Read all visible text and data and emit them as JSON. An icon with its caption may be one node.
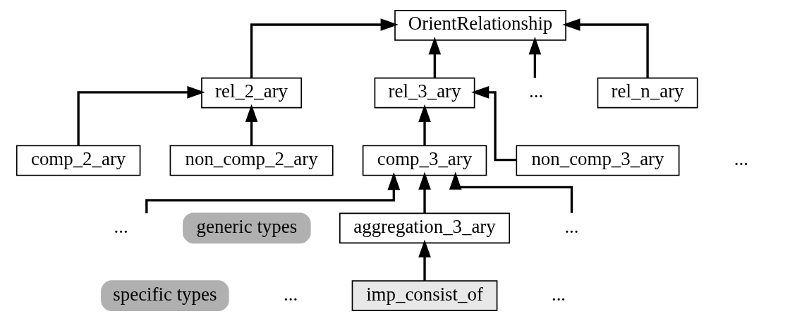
{
  "diagram": {
    "nodes": [
      {
        "text": [
          "OrientRelationship"
        ]
      },
      {
        "text": [
          "rel_2_ary"
        ]
      },
      {
        "text": [
          "rel_3_ary"
        ]
      },
      {
        "text": [
          "..."
        ]
      },
      {
        "text": [
          "rel_n_ary"
        ]
      },
      {
        "text": [
          "comp_2_ary"
        ]
      },
      {
        "text": [
          "non_comp_2_ary"
        ]
      },
      {
        "text": [
          "comp_3_ary"
        ]
      },
      {
        "text": [
          "non_comp_3_ary"
        ]
      },
      {
        "text": [
          "generic types"
        ]
      },
      {
        "text": [
          "..."
        ]
      },
      {
        "text": [
          "aggregation_3_ary"
        ]
      },
      {
        "text": [
          "..."
        ]
      },
      {
        "text": [
          "specific types"
        ]
      },
      {
        "text": [
          "imp_consist_of"
        ]
      }
    ],
    "edges": [
      {
        "from": 1,
        "to": 0,
        "arrow": "to"
      },
      {
        "from": 2,
        "to": 0,
        "arrow": "to"
      },
      {
        "from": 3,
        "to": 0,
        "arrow": "to"
      },
      {
        "from": 4,
        "to": 0,
        "arrow": "to"
      },
      {
        "from": 5,
        "to": 1,
        "arrow": "to"
      },
      {
        "from": 6,
        "to": 1,
        "arrow": "to"
      },
      {
        "from": 7,
        "to": 2,
        "arrow": "to"
      },
      {
        "from": 8,
        "to": 2,
        "arrow": "to"
      },
      {
        "from": 10,
        "to": 7,
        "arrow": "to"
      },
      {
        "from": 11,
        "to": 7,
        "arrow": "to"
      },
      {
        "from": 12,
        "to": 7,
        "arrow": "to"
      },
      {
        "from": 14,
        "to": 11,
        "arrow": "to"
      }
    ],
    "labels": [
      "...",
      "...",
      "..."
    ]
  }
}
